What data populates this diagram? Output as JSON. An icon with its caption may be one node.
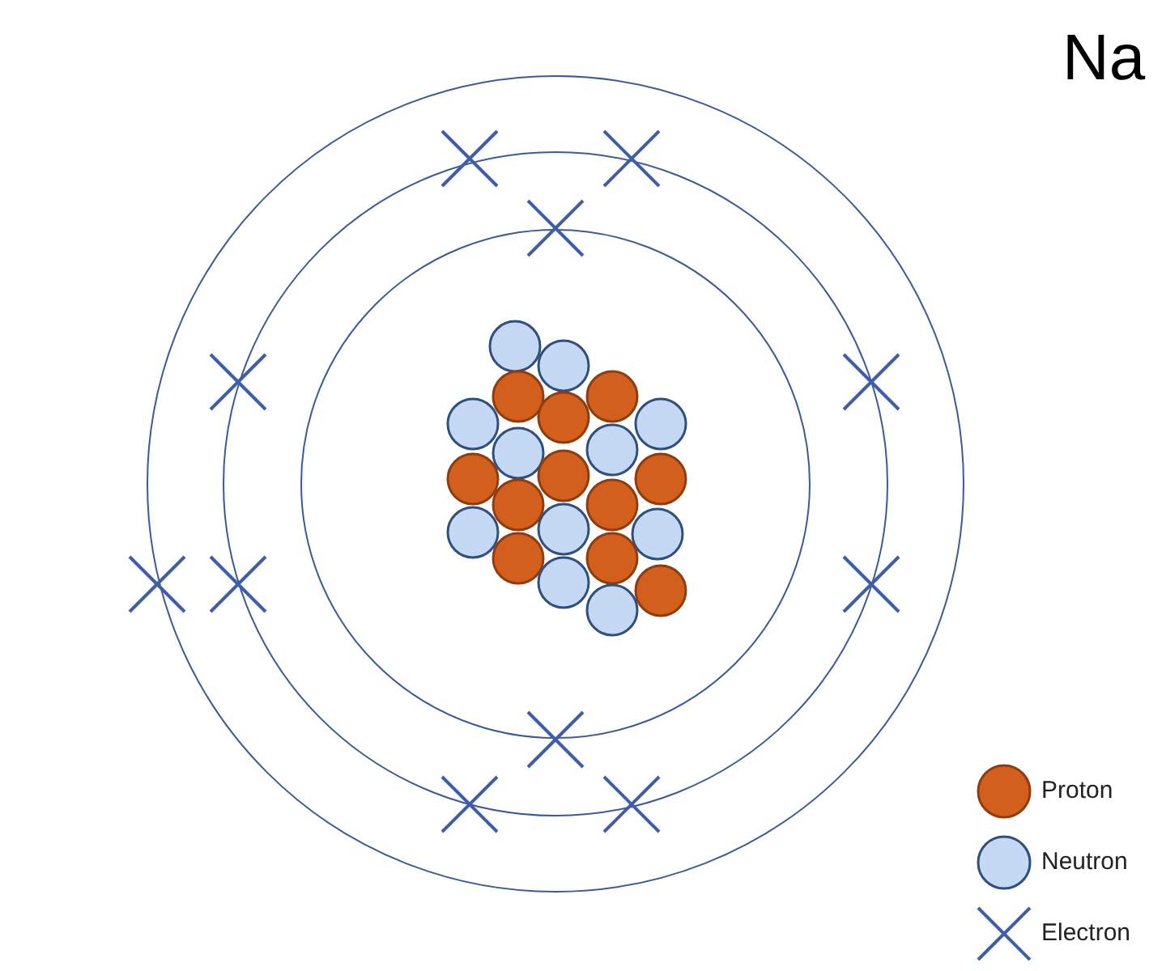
{
  "diagram": {
    "title": "Na",
    "legend": [
      {
        "text": "Proton",
        "color": "#d2601c"
      },
      {
        "text": "Neutron",
        "color": "#c5d8f4"
      },
      {
        "text": "Electron"
      }
    ]
  }
}
